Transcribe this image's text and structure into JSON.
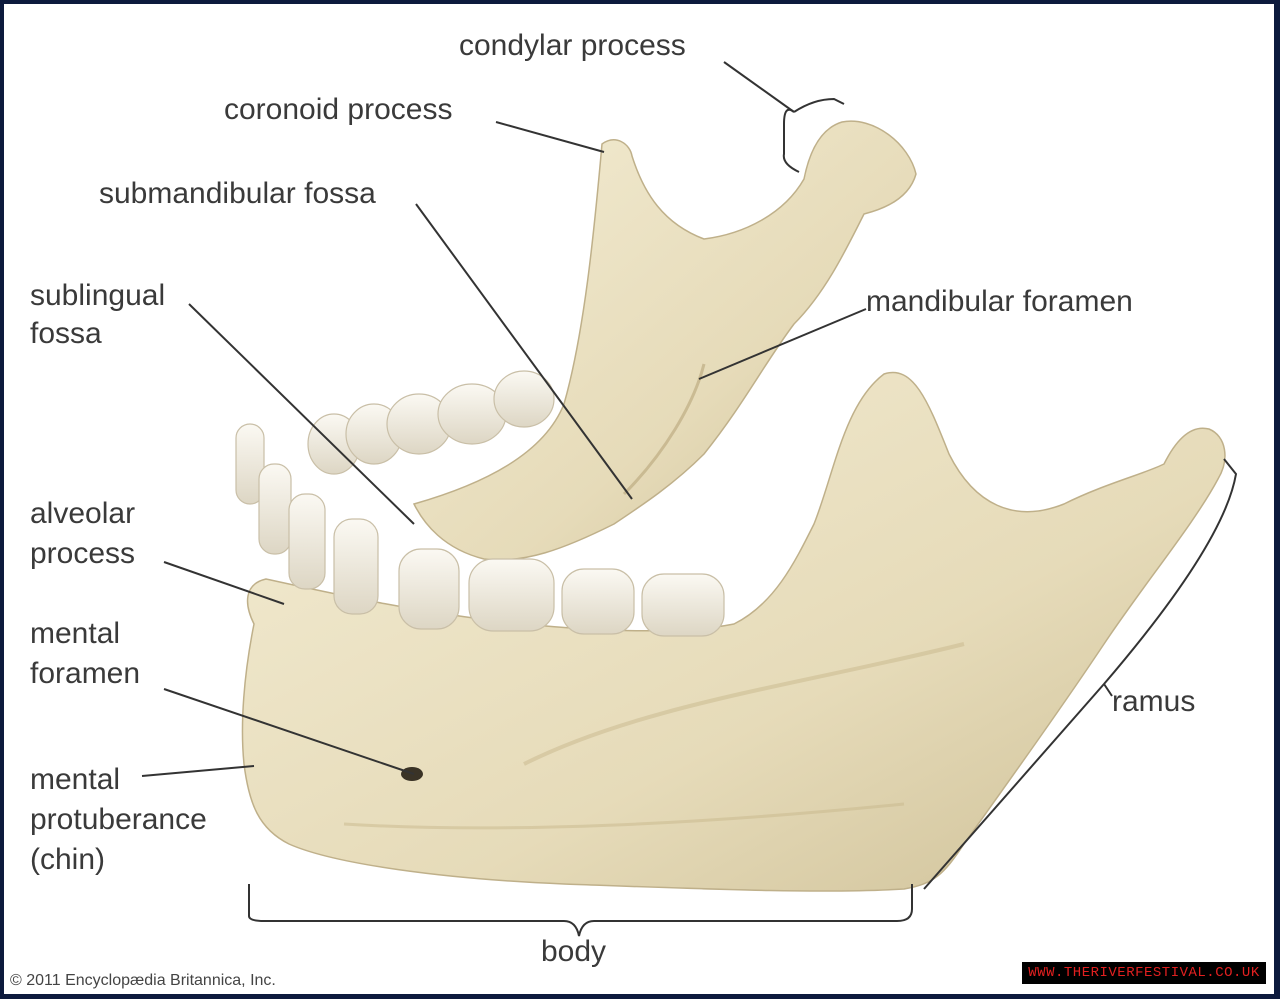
{
  "labels": {
    "condylar_process": "condylar process",
    "coronoid_process": "coronoid process",
    "submandibular_fossa": "submandibular fossa",
    "sublingual_fossa_1": "sublingual",
    "sublingual_fossa_2": "fossa",
    "mandibular_foramen": "mandibular foramen",
    "alveolar_process_1": "alveolar",
    "alveolar_process_2": "process",
    "mental_foramen_1": "mental",
    "mental_foramen_2": "foramen",
    "ramus": "ramus",
    "mental_protuberance_1": "mental",
    "mental_protuberance_2": "protuberance",
    "mental_protuberance_3": "(chin)",
    "body": "body"
  },
  "copyright": "© 2011 Encyclopædia Britannica, Inc.",
  "watermark": "WWW.THERIVERFESTIVAL.CO.UK",
  "colors": {
    "bone": "#e9dfc0",
    "bone_shadow": "#c8b98f",
    "tooth": "#f4f0e6",
    "leader": "#333333",
    "frame": "#0d1a3d"
  }
}
